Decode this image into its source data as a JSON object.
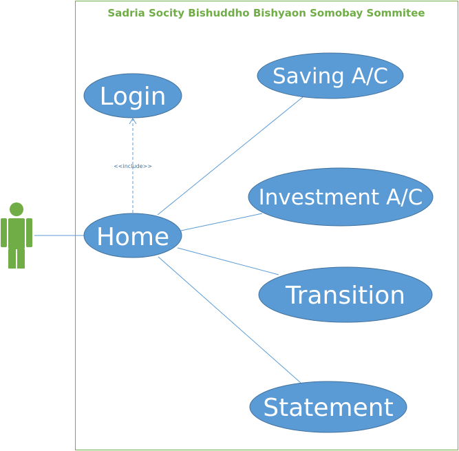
{
  "diagram": {
    "system_title": "Sadria Socity Bishuddho Bishyaon Somobay Sommitee",
    "include_label": "<<include>>",
    "use_cases": {
      "login": "Login",
      "home": "Home",
      "saving": "Saving A/C",
      "investment": "Investment A/C",
      "transition": "Transition",
      "statement": "Statement"
    },
    "colors": {
      "frame": "#70AD47",
      "title": "#70AD47",
      "actor": "#70AD47",
      "use_case_fill": "#5B9BD5",
      "use_case_stroke": "#41719C",
      "connector": "#5B9BD5",
      "use_case_text": "#FFFFFF"
    }
  }
}
